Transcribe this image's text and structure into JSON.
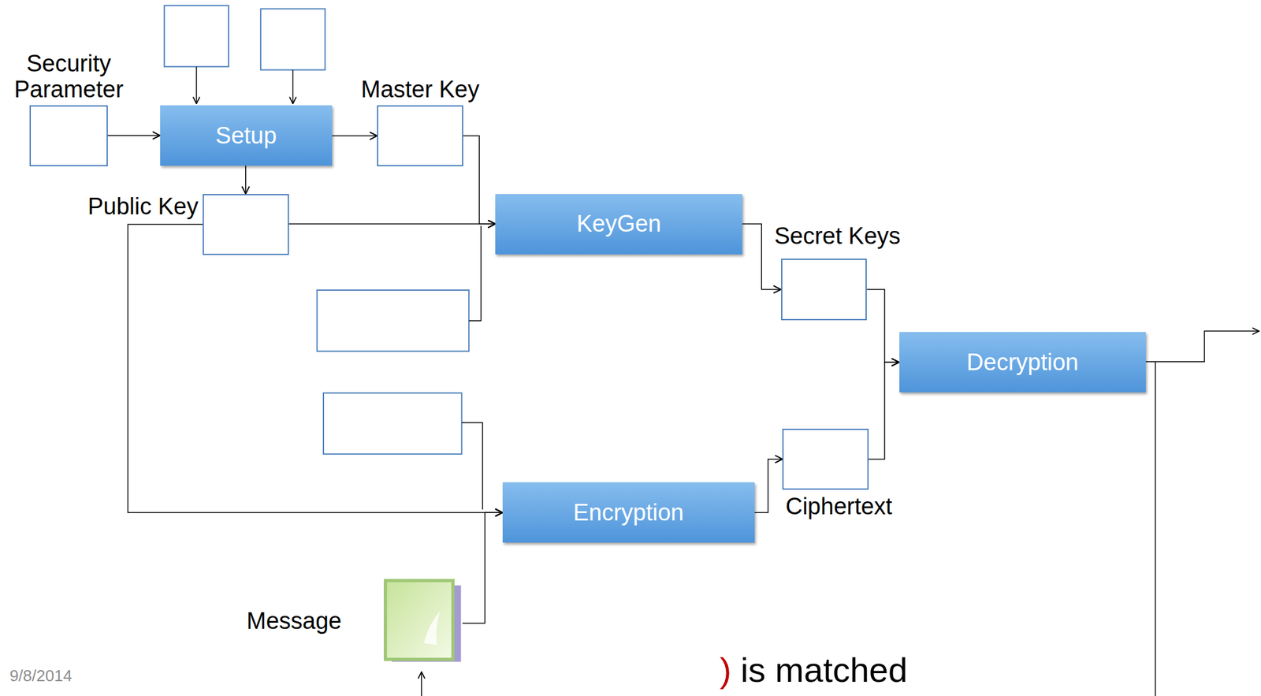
{
  "diagram": {
    "nodes": [
      {
        "text": [
          "Security Parameter"
        ]
      },
      {
        "text": [
          "Setup"
        ]
      },
      {
        "text": [
          "Master Key"
        ]
      },
      {
        "text": [
          "Public Key"
        ]
      },
      {
        "text": [
          "KeyGen"
        ]
      },
      {
        "text": [
          "Secret Keys"
        ]
      },
      {
        "text": [
          "Decryption"
        ]
      },
      {
        "text": [
          "Ciphertext"
        ]
      },
      {
        "text": [
          "Encryption"
        ]
      },
      {
        "text": [
          "Message"
        ]
      }
    ],
    "edges": [
      {
        "from": 0,
        "to": 1,
        "arrow": "to"
      },
      {
        "from": 1,
        "to": 2,
        "arrow": "to"
      },
      {
        "from": 1,
        "to": 3,
        "arrow": "to"
      },
      {
        "from": 2,
        "to": 4,
        "arrow": "to"
      },
      {
        "from": 3,
        "to": 4,
        "arrow": "to"
      },
      {
        "from": 3,
        "to": 8,
        "arrow": "to"
      },
      {
        "from": 4,
        "to": 5,
        "arrow": "to"
      },
      {
        "from": 8,
        "to": 7,
        "arrow": "to"
      },
      {
        "from": 5,
        "to": 6,
        "arrow": "to"
      },
      {
        "from": 7,
        "to": 6,
        "arrow": "to"
      },
      {
        "from": 9,
        "to": 8,
        "arrow": "to"
      }
    ],
    "labels": [
      "9/8/2014",
      ")",
      "is matched"
    ]
  }
}
